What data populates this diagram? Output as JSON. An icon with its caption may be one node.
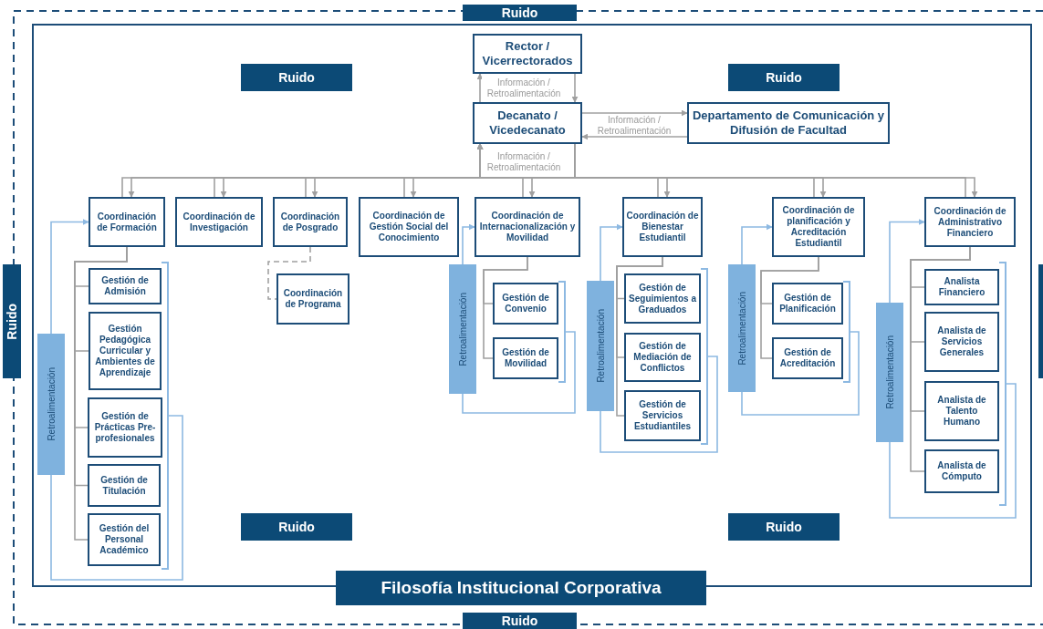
{
  "diagram": {
    "nodes": [
      {
        "text": [
          "Rector / Vicerrectorados"
        ]
      },
      {
        "text": [
          "Decanato / Vicedecanato"
        ]
      },
      {
        "text": [
          "Departamento de Comunicación y Difusión de  Facultad"
        ]
      },
      {
        "text": [
          "Coordinación de Formación"
        ]
      },
      {
        "text": [
          "Coordinación de Investigación"
        ]
      },
      {
        "text": [
          "Coordinación de Posgrado"
        ]
      },
      {
        "text": [
          "Coordinación de Gestión Social del Conocimiento"
        ]
      },
      {
        "text": [
          "Coordinación de Internacionalización y Movilidad"
        ]
      },
      {
        "text": [
          "Coordinación de Bienestar Estudiantil"
        ]
      },
      {
        "text": [
          "Coordinación de planificación y Acreditación Estudiantil"
        ]
      },
      {
        "text": [
          "Coordinación de Administrativo Financiero"
        ]
      },
      {
        "text": [
          "Gestión de Admisión"
        ]
      },
      {
        "text": [
          "Gestión Pedagógica Curricular y Ambientes de Aprendizaje"
        ]
      },
      {
        "text": [
          "Gestión de Prácticas Pre-profesionales"
        ]
      },
      {
        "text": [
          "Gestión de Titulación"
        ]
      },
      {
        "text": [
          "Gestión del Personal Académico"
        ]
      },
      {
        "text": [
          "Coordinación de Programa"
        ]
      },
      {
        "text": [
          "Gestión de Convenio"
        ]
      },
      {
        "text": [
          "Gestión de Movilidad"
        ]
      },
      {
        "text": [
          "Gestión de Seguimientos a Graduados"
        ]
      },
      {
        "text": [
          "Gestión de Mediación de Conflictos"
        ]
      },
      {
        "text": [
          "Gestión de Servicios Estudiantiles"
        ]
      },
      {
        "text": [
          "Gestión de Planificación"
        ]
      },
      {
        "text": [
          "Gestión de Acreditación"
        ]
      },
      {
        "text": [
          "Analista Financiero"
        ]
      },
      {
        "text": [
          "Analista de Servicios Generales"
        ]
      },
      {
        "text": [
          "Analista de Talento Humano"
        ]
      },
      {
        "text": [
          "Analista de Cómputo"
        ]
      },
      {
        "text": [
          "Retroalimentación"
        ]
      },
      {
        "text": [
          "Retroalimentación"
        ]
      },
      {
        "text": [
          "Retroalimentación"
        ]
      },
      {
        "text": [
          "Retroalimentación"
        ]
      },
      {
        "text": [
          "Retroalimentación"
        ]
      },
      {
        "text": [
          "Ruido"
        ]
      },
      {
        "text": [
          "Ruido"
        ]
      },
      {
        "text": [
          "Ruido"
        ]
      },
      {
        "text": [
          "Ruido"
        ]
      },
      {
        "text": [
          "Ruido"
        ]
      },
      {
        "text": [
          "Ruido"
        ]
      },
      {
        "text": [
          "Filosofía Institucional Corporativa"
        ]
      },
      {
        "text": [
          "Ruido"
        ]
      },
      {
        "text": [],
        "shape": "bar"
      },
      {
        "text": [],
        "shape": "bracket"
      },
      {
        "text": [],
        "shape": "bracket"
      },
      {
        "text": [],
        "shape": "bracket"
      },
      {
        "text": [],
        "shape": "bracket"
      },
      {
        "text": [],
        "shape": "bracket"
      }
    ],
    "edges": [
      {
        "from": 0,
        "to": 1,
        "arrow": "to",
        "label": "Información / Retroalimentación"
      },
      {
        "from": 1,
        "to": 0,
        "arrow": "to"
      },
      {
        "from": 1,
        "to": 2,
        "arrow": "to",
        "label": "Información / Retroalimentación"
      },
      {
        "from": 2,
        "to": 1,
        "arrow": "to"
      },
      {
        "from": 1,
        "to": 3,
        "arrow": "to",
        "label": "Información / Retroalimentación"
      },
      {
        "from": 1,
        "to": 4,
        "arrow": "to"
      },
      {
        "from": 1,
        "to": 5,
        "arrow": "to"
      },
      {
        "from": 1,
        "to": 6,
        "arrow": "to"
      },
      {
        "from": 1,
        "to": 7,
        "arrow": "to"
      },
      {
        "from": 1,
        "to": 8,
        "arrow": "to"
      },
      {
        "from": 1,
        "to": 9,
        "arrow": "to"
      },
      {
        "from": 1,
        "to": 10,
        "arrow": "to"
      },
      {
        "from": 3,
        "to": 1,
        "arrow": "to"
      },
      {
        "from": 4,
        "to": 1,
        "arrow": "to"
      },
      {
        "from": 5,
        "to": 1,
        "arrow": "to"
      },
      {
        "from": 6,
        "to": 1,
        "arrow": "to"
      },
      {
        "from": 7,
        "to": 1,
        "arrow": "to"
      },
      {
        "from": 8,
        "to": 1,
        "arrow": "to"
      },
      {
        "from": 9,
        "to": 1,
        "arrow": "to"
      },
      {
        "from": 10,
        "to": 1,
        "arrow": "to"
      },
      {
        "from": 3,
        "to": 11,
        "arrow": "none"
      },
      {
        "from": 3,
        "to": 12,
        "arrow": "none"
      },
      {
        "from": 3,
        "to": 13,
        "arrow": "none"
      },
      {
        "from": 3,
        "to": 14,
        "arrow": "none"
      },
      {
        "from": 3,
        "to": 15,
        "arrow": "none"
      },
      {
        "from": 5,
        "to": 16,
        "arrow": "none",
        "style": "dashed"
      },
      {
        "from": 7,
        "to": 17,
        "arrow": "none"
      },
      {
        "from": 7,
        "to": 18,
        "arrow": "none"
      },
      {
        "from": 8,
        "to": 19,
        "arrow": "none"
      },
      {
        "from": 8,
        "to": 20,
        "arrow": "none"
      },
      {
        "from": 8,
        "to": 21,
        "arrow": "none"
      },
      {
        "from": 9,
        "to": 22,
        "arrow": "none"
      },
      {
        "from": 9,
        "to": 23,
        "arrow": "none"
      },
      {
        "from": 10,
        "to": 24,
        "arrow": "none"
      },
      {
        "from": 10,
        "to": 25,
        "arrow": "none"
      },
      {
        "from": 10,
        "to": 26,
        "arrow": "none"
      },
      {
        "from": 10,
        "to": 27,
        "arrow": "none"
      },
      {
        "from": 28,
        "to": 3,
        "arrow": "to",
        "color": "#8db9e2"
      },
      {
        "from": 29,
        "to": 7,
        "arrow": "to",
        "color": "#8db9e2"
      },
      {
        "from": 30,
        "to": 8,
        "arrow": "to",
        "color": "#8db9e2"
      },
      {
        "from": 31,
        "to": 9,
        "arrow": "to",
        "color": "#8db9e2"
      },
      {
        "from": 32,
        "to": 10,
        "arrow": "to",
        "color": "#8db9e2"
      },
      {
        "from": 42,
        "to": 28,
        "arrow": "none",
        "color": "#8db9e2"
      },
      {
        "from": 43,
        "to": 29,
        "arrow": "none",
        "color": "#8db9e2"
      },
      {
        "from": 44,
        "to": 30,
        "arrow": "none",
        "color": "#8db9e2"
      },
      {
        "from": 45,
        "to": 31,
        "arrow": "none",
        "color": "#8db9e2"
      },
      {
        "from": 46,
        "to": 32,
        "arrow": "none",
        "color": "#8db9e2"
      }
    ]
  }
}
